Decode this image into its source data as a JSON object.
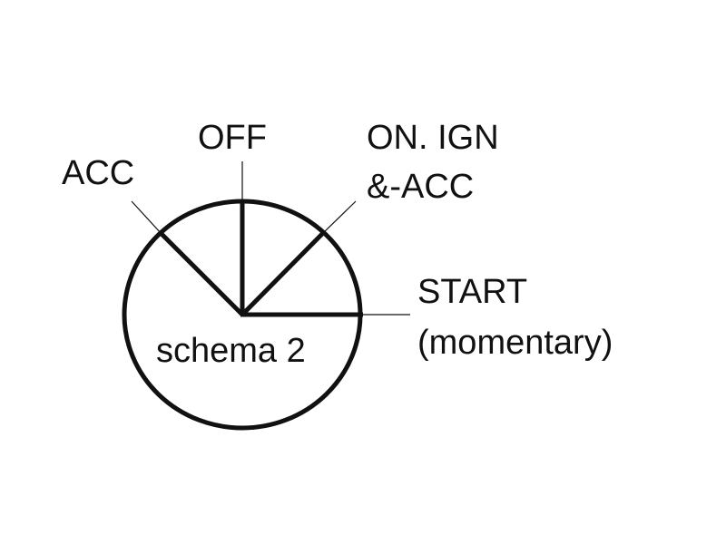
{
  "diagram": {
    "positions": {
      "acc": "ACC",
      "off": "OFF",
      "on_line1": "ON. IGN",
      "on_line2": "&-ACC",
      "start_line1": "START",
      "start_line2": "(momentary)"
    },
    "caption": "schema 2",
    "colors": {
      "stroke": "#111111",
      "background": "#ffffff"
    }
  }
}
